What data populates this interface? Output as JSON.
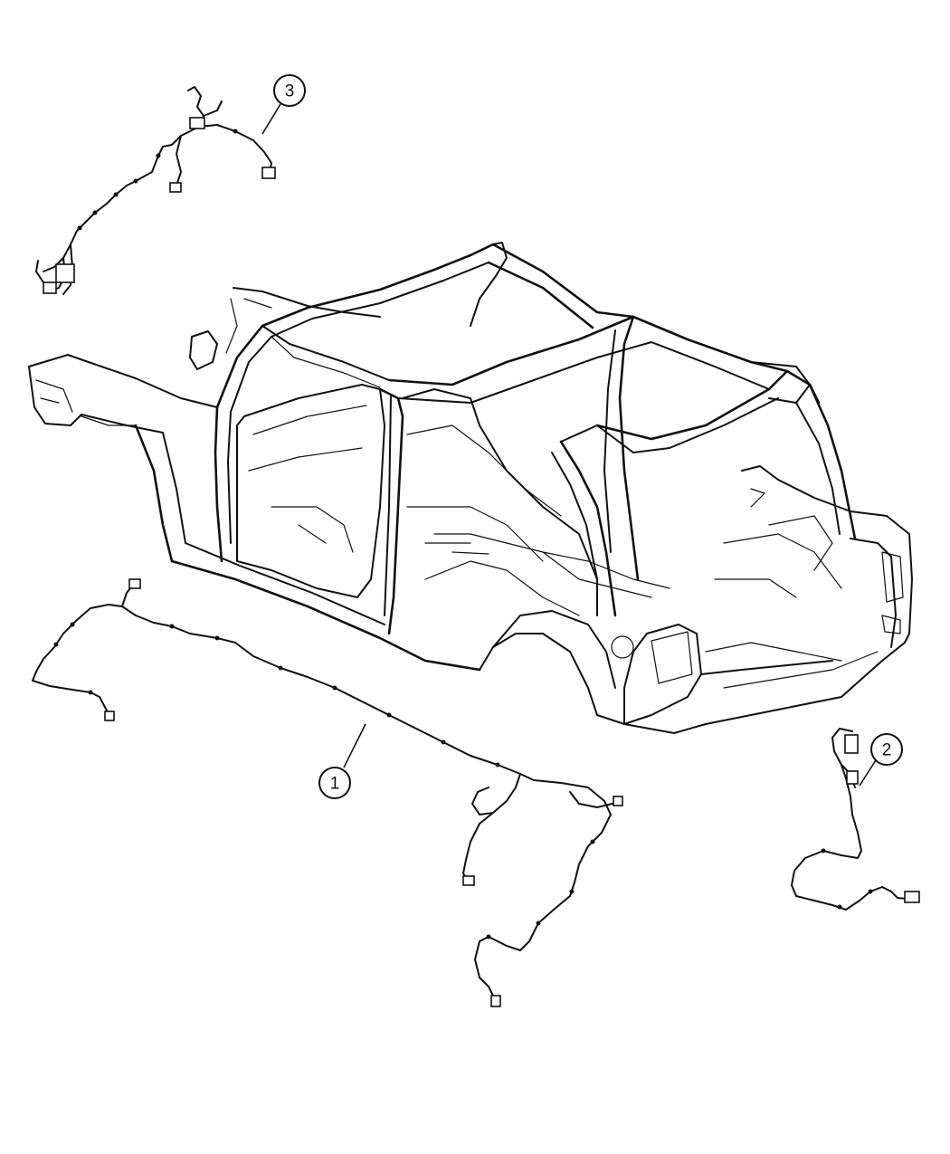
{
  "diagram": {
    "callouts": [
      {
        "id": "callout-1",
        "label": "1"
      },
      {
        "id": "callout-2",
        "label": "2"
      },
      {
        "id": "callout-3",
        "label": "3"
      }
    ]
  },
  "colors": {
    "line": "#111111",
    "background": "#ffffff"
  }
}
